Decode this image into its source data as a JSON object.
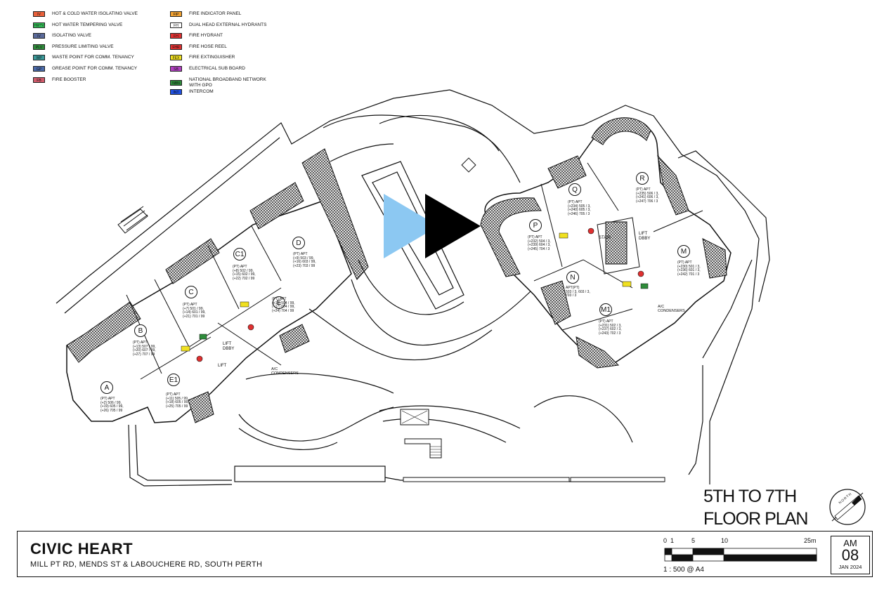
{
  "legend": {
    "items": [
      {
        "code": "IV",
        "label": "HOT & COLD WATER ISOLATING VALVE",
        "color": "#e8603a"
      },
      {
        "code": "HWTV",
        "label": "HOT WATER TEMPERING VALVE",
        "color": "#34c759"
      },
      {
        "code": "IV",
        "label": "ISOLATING VALVE",
        "color": "#5a6a9a"
      },
      {
        "code": "PLV",
        "label": "PRESSURE LIMITING VALVE",
        "color": "#2e8b3a"
      },
      {
        "code": "WP",
        "label": "WASTE POINT FOR COMM. TENANCY",
        "color": "#3a9a9a"
      },
      {
        "code": "GP",
        "label": "GREASE POINT FOR COMM. TENANCY",
        "color": "#4a6aaa"
      },
      {
        "code": "FB",
        "label": "FIRE BOOSTER",
        "color": "#d05a6a"
      },
      {
        "code": "FIP",
        "label": "FIRE INDICATOR PANEL",
        "color": "#f0a030"
      },
      {
        "code": "FH",
        "label": "DUAL HEAD EXTERNAL HYDRANTS",
        "color": "#ffffff"
      },
      {
        "code": "FH",
        "label": "FIRE HYDRANT",
        "color": "#e03030"
      },
      {
        "code": "FHR",
        "label": "FIRE HOSE REEL",
        "color": "#e03030"
      },
      {
        "code": "FEX",
        "label": "FIRE EXTINGUISHER",
        "color": "#f0e020"
      },
      {
        "code": "SB",
        "label": "ELECTRICAL SUB BOARD",
        "color": "#b040c0"
      },
      {
        "code": "NBN",
        "label": "NATIONAL BROADBAND NETWORK\nWITH GPO",
        "color": "#2e8b3a"
      },
      {
        "code": "INT",
        "label": "INTERCOM",
        "color": "#2050e0"
      }
    ]
  },
  "apartments": [
    {
      "id": "A",
      "lines": [
        "(PT) APT",
        "(+2) 506 / 99,",
        "(+19) 605 / 99,",
        "(+26) 705 / 99"
      ]
    },
    {
      "id": "B",
      "lines": [
        "(PT) APT",
        "(+13) 507 / 99,",
        "(+20) 607 / 99,",
        "(+27) 707 / 99"
      ]
    },
    {
      "id": "C",
      "lines": [
        "(PT) APT",
        "(+7) 501 / 99,",
        "(+14) 601 / 99,",
        "(+21) 701 / 99"
      ]
    },
    {
      "id": "C1",
      "lines": [
        "(PT) APT",
        "(+8) 502 / 99,",
        "(+15) 602 / 99,",
        "(+22) 702 / 99"
      ]
    },
    {
      "id": "D",
      "lines": [
        "(PT) APT",
        "(+9) 503 / 99,",
        "(+16) 603 / 99,",
        "(+23) 703 / 99"
      ]
    },
    {
      "id": "E",
      "lines": [
        "(PT) APT",
        "(+10) 504 / 99,",
        "(+17) 604 / 99,",
        "(+24) 704 / 99"
      ]
    },
    {
      "id": "E1",
      "lines": [
        "(PT) APT",
        "(+11) 505 / 99,",
        "(+18) 605 / 99,",
        "(+25) 705 / 99"
      ]
    },
    {
      "id": "P",
      "lines": [
        "(PT) APT",
        "(+232) 504 / 3,",
        "(+239) 604 / 3,",
        "(+245) 704 / 3"
      ]
    },
    {
      "id": "Q",
      "lines": [
        "(PT) APT",
        "(+234) 505 / 3,",
        "(+240) 605 / 3,",
        "(+246) 705 / 3"
      ]
    },
    {
      "id": "R",
      "lines": [
        "(PT) APT",
        "(+235) 506 / 3,",
        "(+241) 606 / 3,",
        "(+247) 706 / 3"
      ]
    },
    {
      "id": "M",
      "lines": [
        "(PT) APT",
        "(+230) 501 / 3,",
        "(+236) 601 / 3,",
        "(+242) 701 / 3"
      ]
    },
    {
      "id": "N",
      "lines": [
        "APT(PT)",
        "503 / 3, 603 / 3,",
        "703 / 3"
      ]
    },
    {
      "id": "M1",
      "lines": [
        "(PT) APT",
        "(+231) 502 / 3,",
        "(+237) 602 / 3,",
        "(+243) 702 / 3"
      ]
    }
  ],
  "labels": {
    "lift_lobby_west": "LIFT\nDBBY",
    "lift_lobby_east": "LIFT\nDBBY",
    "lift": "LIFT",
    "stair": "STAIR",
    "ac_condensers": "A/C\nCONDENSERS",
    "ac_condensers_east": "A/C\nCONDENSERS"
  },
  "plan_title": "5TH TO 7TH\nFLOOR PLAN",
  "project": {
    "name": "CIVIC HEART",
    "address": "MILL PT RD, MENDS ST & LABOUCHERE RD, SOUTH PERTH"
  },
  "scale": {
    "ticks": [
      "0",
      "1",
      "5",
      "10",
      "25m"
    ],
    "text": "1 : 500  @  A4"
  },
  "sheet": {
    "prefix": "AM",
    "number": "08",
    "date": "JAN 2024"
  },
  "north": "NORTH",
  "colors": {
    "play_light": "#8cc8f2",
    "play_dark": "#000000",
    "hatch": "#333333"
  }
}
